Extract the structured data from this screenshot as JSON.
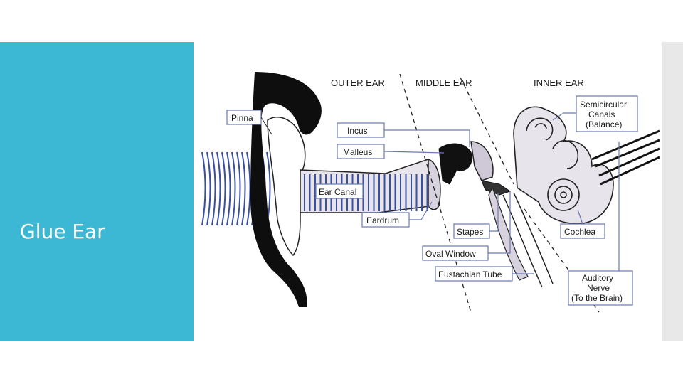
{
  "slide": {
    "title": "Glue Ear",
    "accent_color": "#3cb8d4"
  },
  "diagram": {
    "regions": {
      "outer": "OUTER EAR",
      "middle": "MIDDLE EAR",
      "inner": "INNER EAR"
    },
    "labels": {
      "pinna": "Pinna",
      "incus": "Incus",
      "malleus": "Malleus",
      "ear_canal": "Ear Canal",
      "eardrum": "Eardrum",
      "stapes": "Stapes",
      "oval_window": "Oval Window",
      "eustachian_tube": "Eustachian Tube",
      "semicircular_1": "Semicircular",
      "semicircular_2": "Canals",
      "semicircular_3": "(Balance)",
      "cochlea": "Cochlea",
      "auditory_1": "Auditory",
      "auditory_2": "Nerve",
      "auditory_3": "(To the Brain)"
    }
  }
}
